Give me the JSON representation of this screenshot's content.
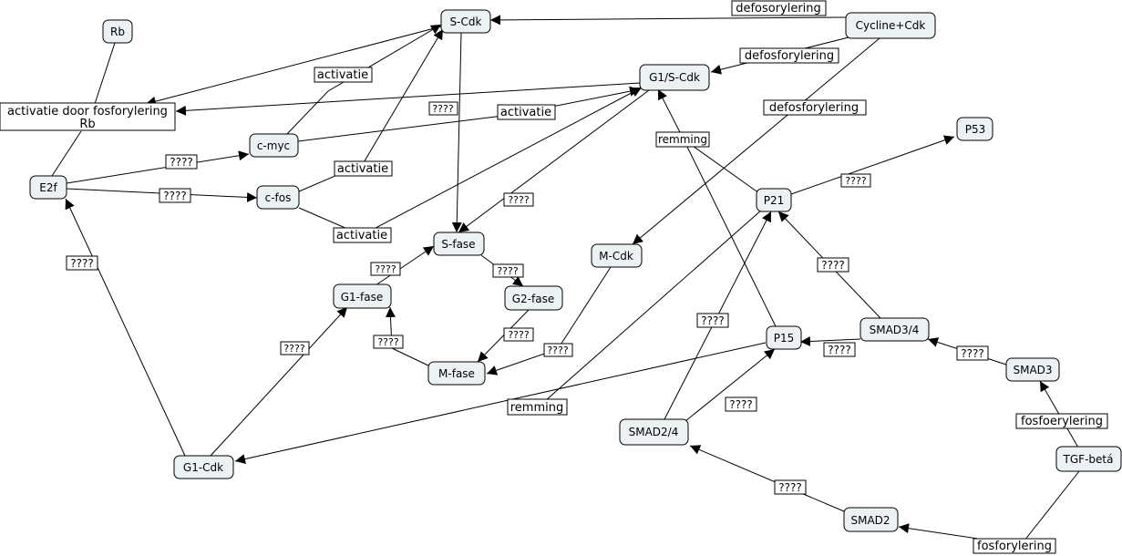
{
  "nodes": {
    "scdk": "S-Cdk",
    "cycline": "Cycline+Cdk",
    "g1scdk": "G1/S-Cdk",
    "rb": "Rb",
    "p53": "P53",
    "actRb_line1": "activatie door fosforylering",
    "actRb_line2": "Rb",
    "cmyc": "c-myc",
    "e2f": "E2f",
    "cfos": "c-fos",
    "p21": "P21",
    "sfase": "S-fase",
    "mcdk": "M-Cdk",
    "g1fase": "G1-fase",
    "g2fase": "G2-fase",
    "smad34": "SMAD3/4",
    "p15": "P15",
    "mfase": "M-fase",
    "smad3": "SMAD3",
    "smad24": "SMAD2/4",
    "tgf": "TGF-betá",
    "g1cdk": "G1-Cdk",
    "smad2": "SMAD2"
  },
  "edge_labels": {
    "defosorylering": "defosorylering",
    "defosforylering1": "defosforylering",
    "defosforylering2": "defosforylering ",
    "activatie1": "activatie",
    "activatie2": "activatie",
    "activatie3": "activatie",
    "activatie4": "activatie",
    "remming1": "remming",
    "remming2": "remming",
    "fosfoerylering": "fosfoerylering",
    "fosforylering": "fosforylering",
    "q_scdk_sfase": "????",
    "q_e2f_cmyc": "????",
    "q_e2f_cfos": "????",
    "q_g1s_sfase": "????",
    "q_p21_p53": "????",
    "q_g1fase_sfase": "????",
    "q_sfase_g2": "????",
    "q_g1cdk_e2f": "????",
    "q_smad34_p21": "????",
    "q_g2_mfase": "????",
    "q_mfase_g1fase": "????",
    "q_smad24_p21": "????",
    "q_g1cdk_g1fase": "????",
    "q_smad34_p15": "????",
    "q_mcdk_mfase": "????",
    "q_smad3_smad34": "????",
    "q_smad24_p15": "????",
    "q_smad2_smad24": "????"
  }
}
